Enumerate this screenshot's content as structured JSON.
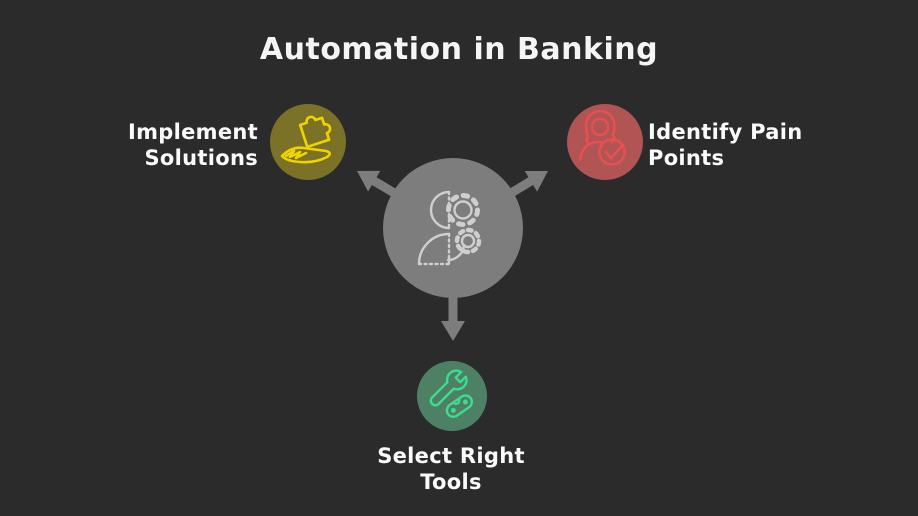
{
  "title": "Automation in Banking",
  "theme": {
    "background_color": "#2b2b2b",
    "text_color": "#fafafa",
    "hub_color": "#7d7d7d",
    "hub_icon_stroke": "#cfcfcf"
  },
  "hub": {
    "icon": "automation-person-gears-icon"
  },
  "nodes": [
    {
      "id": "implement-solutions",
      "label_lines": [
        "Implement",
        "Solutions"
      ],
      "icon": "hand-holding-puzzle-icon",
      "circle_color": "#7b7228",
      "icon_color": "#f0d400"
    },
    {
      "id": "identify-pain-points",
      "label_lines": [
        "Identify Pain",
        "Points"
      ],
      "icon": "person-checkmark-icon",
      "circle_color": "#b05454",
      "icon_color": "#e65050"
    },
    {
      "id": "select-right-tools",
      "label_lines": [
        "Select Right",
        "Tools"
      ],
      "icon": "wrench-tools-icon",
      "circle_color": "#4e8065",
      "icon_color": "#3ddc8e"
    }
  ]
}
